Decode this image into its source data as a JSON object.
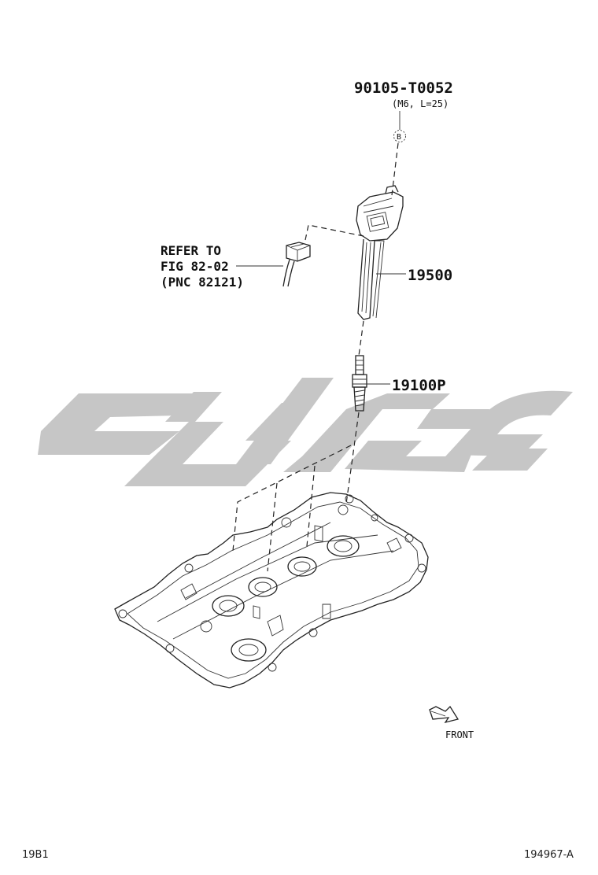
{
  "labels": {
    "bolt_part_no": "90105-T0052",
    "bolt_spec": "(M6, L=25)",
    "bolt_marker": "B",
    "refer_line1": "REFER TO",
    "refer_line2": "FIG 82-02",
    "refer_line3": "(PNC 82121)",
    "coil_part_no": "19500",
    "plug_part_no": "19100P",
    "front_label": "FRONT"
  },
  "footer": {
    "left_code": "19B1",
    "right_code": "194967-A"
  },
  "icons": {
    "bolt": "bolt-marker-icon",
    "connector": "connector-icon",
    "ignition_coil": "ignition-coil-icon",
    "spark_plug": "spark-plug-icon",
    "cylinder_head_cover": "cylinder-head-cover-icon",
    "front_arrow": "front-arrow-icon",
    "watermark": "watermark-logo"
  },
  "colors": {
    "line": "#222222",
    "watermark": "#c6c6c6",
    "background": "#ffffff"
  }
}
